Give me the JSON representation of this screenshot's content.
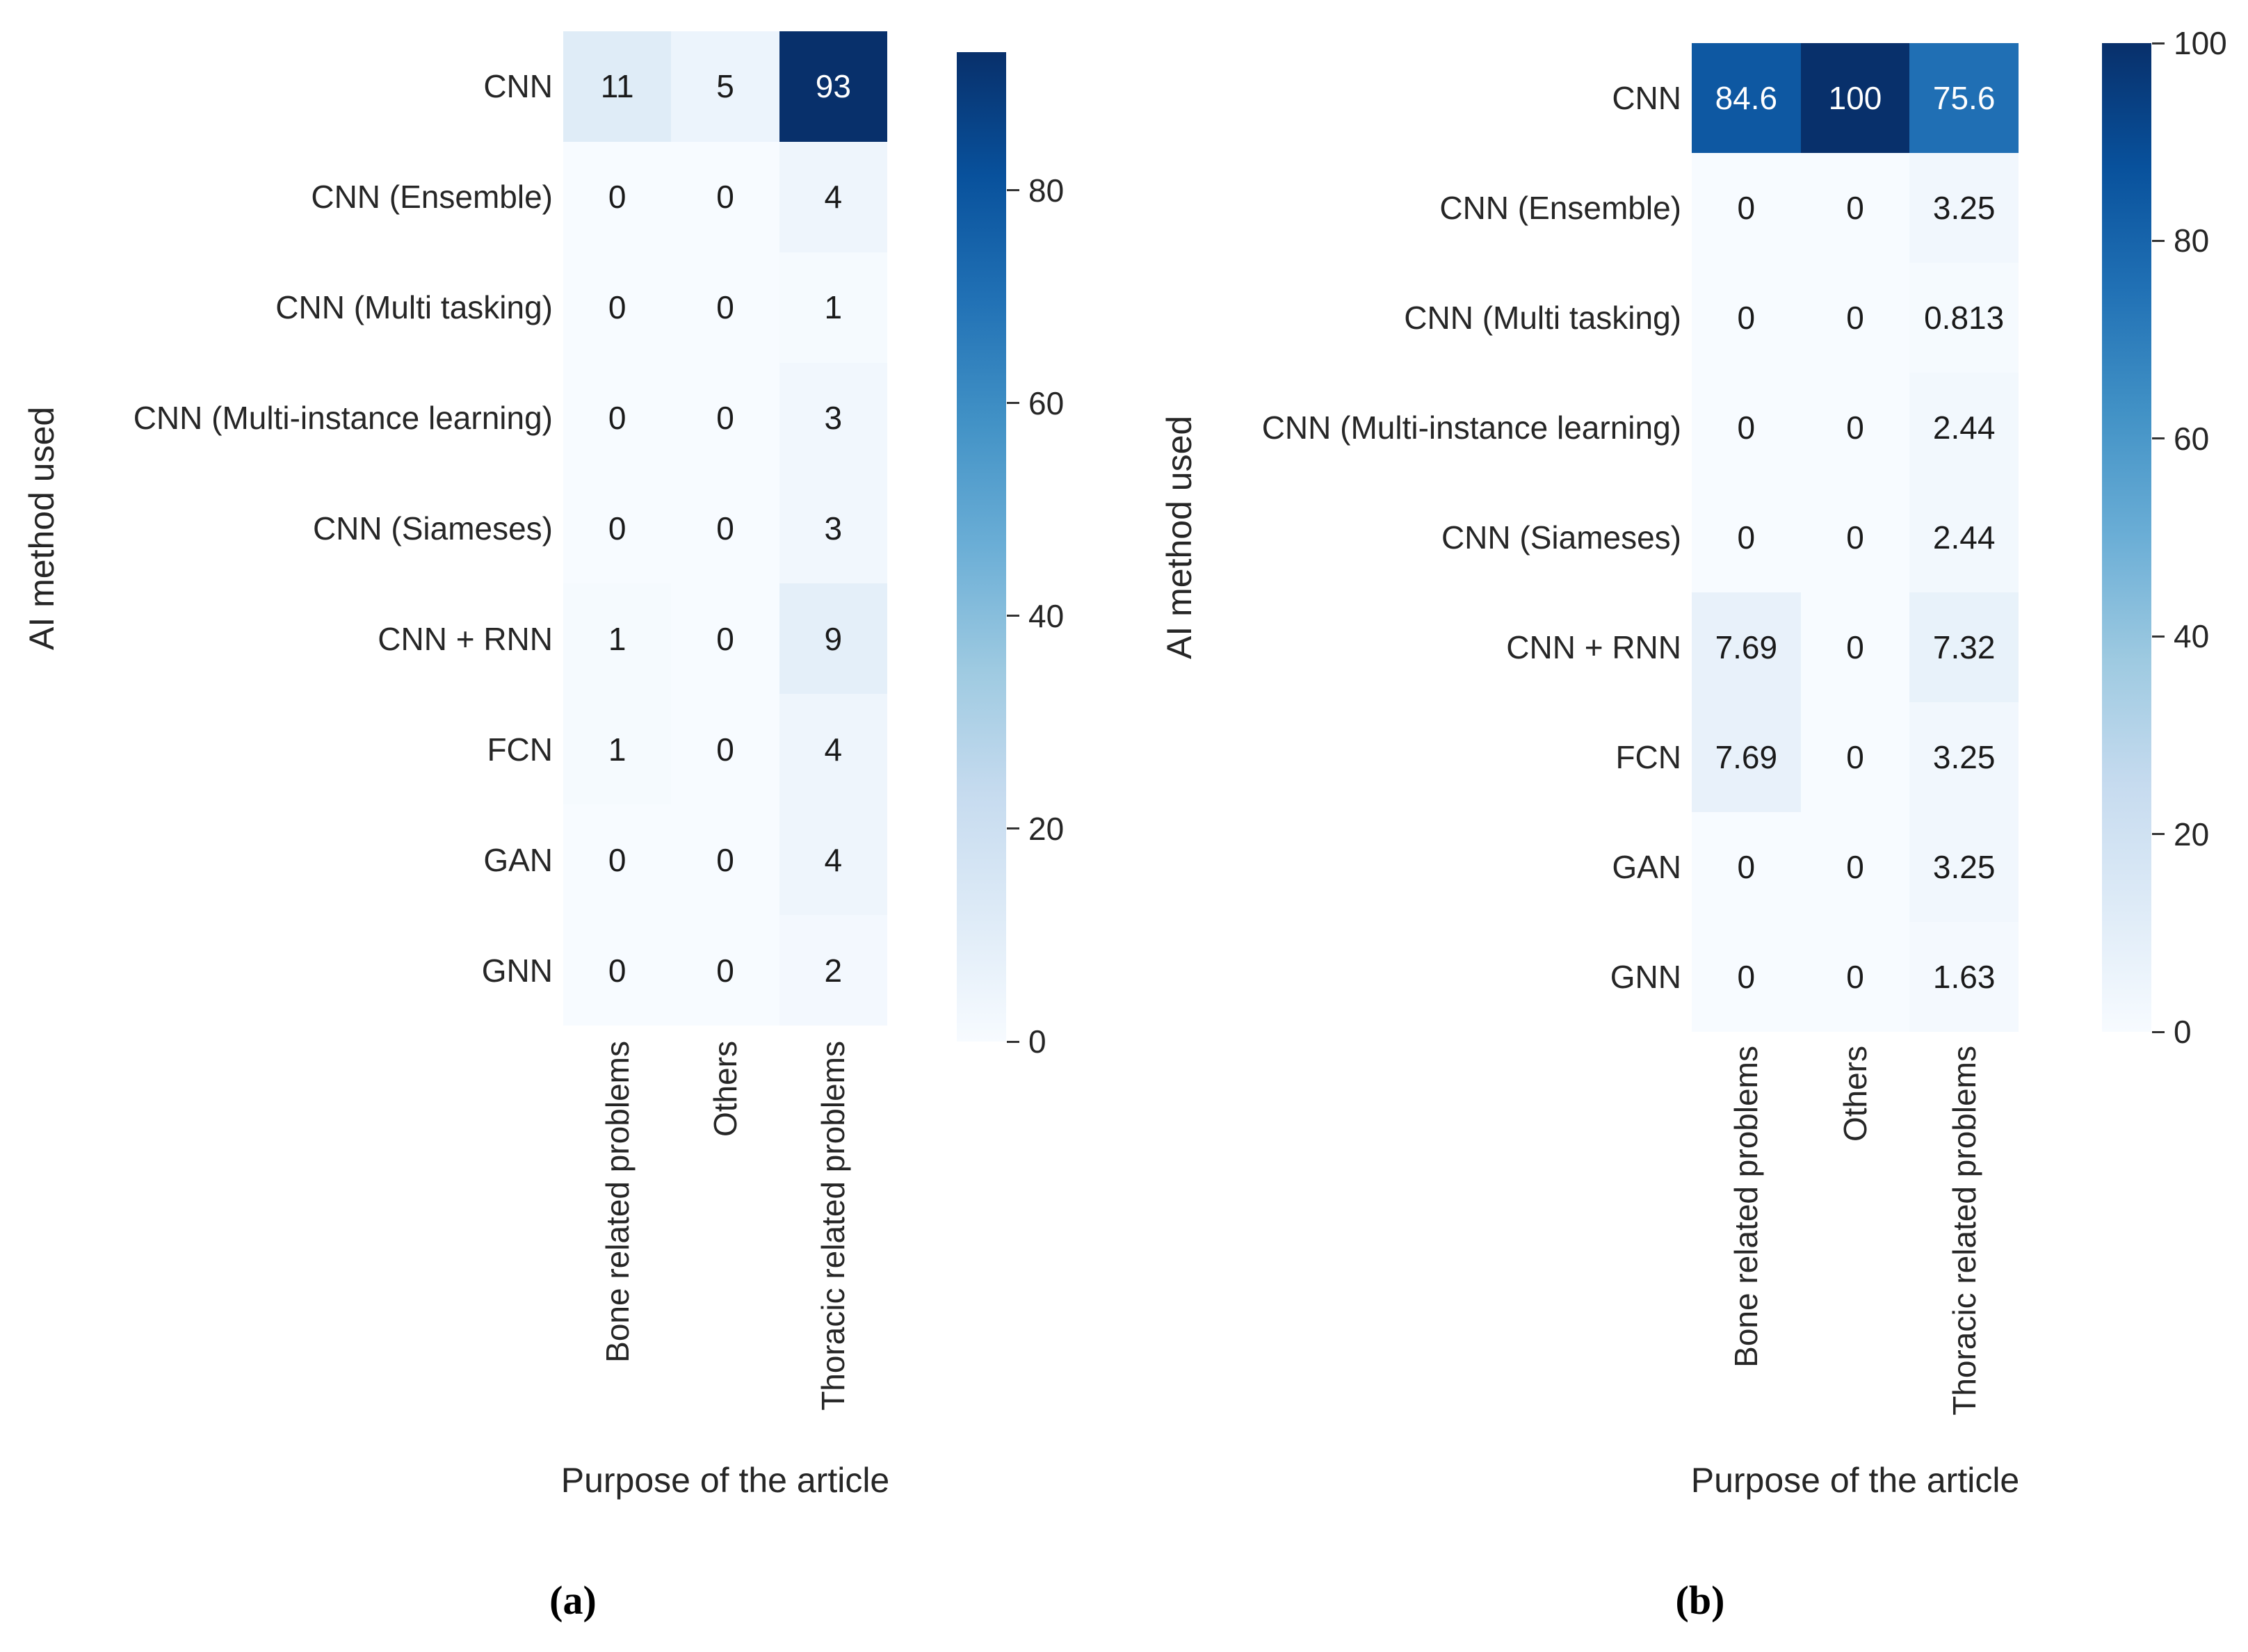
{
  "figure": {
    "background": "#ffffff",
    "text_color": "#262626",
    "cell_text_dark": "#1a1a1a",
    "cell_text_light": "#ffffff",
    "colormap_name": "Blues",
    "colormap_stops": [
      "#f7fbff",
      "#deebf7",
      "#c6dbef",
      "#9ecae1",
      "#6baed6",
      "#4292c6",
      "#2171b5",
      "#08519c",
      "#08306b"
    ]
  },
  "chart_data": [
    {
      "type": "heatmap",
      "panel_caption": "(a)",
      "xlabel": "Purpose of the article",
      "ylabel": "AI method used",
      "x_categories": [
        "Bone related problems",
        "Others",
        "Thoracic related problems"
      ],
      "y_categories": [
        "CNN",
        "CNN (Ensemble)",
        "CNN (Multi tasking)",
        "CNN (Multi-instance learning)",
        "CNN (Siameses)",
        "CNN + RNN",
        "FCN",
        "GAN",
        "GNN"
      ],
      "values": [
        [
          11,
          5,
          93
        ],
        [
          0,
          0,
          4
        ],
        [
          0,
          0,
          1
        ],
        [
          0,
          0,
          3
        ],
        [
          0,
          0,
          3
        ],
        [
          1,
          0,
          9
        ],
        [
          1,
          0,
          4
        ],
        [
          0,
          0,
          4
        ],
        [
          0,
          0,
          2
        ]
      ],
      "cell_labels": [
        [
          "11",
          "5",
          "93"
        ],
        [
          "0",
          "0",
          "4"
        ],
        [
          "0",
          "0",
          "1"
        ],
        [
          "0",
          "0",
          "3"
        ],
        [
          "0",
          "0",
          "3"
        ],
        [
          "1",
          "0",
          "9"
        ],
        [
          "1",
          "0",
          "4"
        ],
        [
          "0",
          "0",
          "4"
        ],
        [
          "0",
          "0",
          "2"
        ]
      ],
      "vmin": 0,
      "vmax": 93,
      "colorbar_ticks": [
        0,
        20,
        40,
        60,
        80
      ],
      "legend_position": "right",
      "grid": false
    },
    {
      "type": "heatmap",
      "panel_caption": "(b)",
      "xlabel": "Purpose of the article",
      "ylabel": "AI method used",
      "x_categories": [
        "Bone related problems",
        "Others",
        "Thoracic related problems"
      ],
      "y_categories": [
        "CNN",
        "CNN (Ensemble)",
        "CNN (Multi tasking)",
        "CNN (Multi-instance learning)",
        "CNN (Siameses)",
        "CNN + RNN",
        "FCN",
        "GAN",
        "GNN"
      ],
      "values": [
        [
          84.6,
          100,
          75.6
        ],
        [
          0,
          0,
          3.25
        ],
        [
          0,
          0,
          0.813
        ],
        [
          0,
          0,
          2.44
        ],
        [
          0,
          0,
          2.44
        ],
        [
          7.69,
          0,
          7.32
        ],
        [
          7.69,
          0,
          3.25
        ],
        [
          0,
          0,
          3.25
        ],
        [
          0,
          0,
          1.63
        ]
      ],
      "cell_labels": [
        [
          "84.6",
          "100",
          "75.6"
        ],
        [
          "0",
          "0",
          "3.25"
        ],
        [
          "0",
          "0",
          "0.813"
        ],
        [
          "0",
          "0",
          "2.44"
        ],
        [
          "0",
          "0",
          "2.44"
        ],
        [
          "7.69",
          "0",
          "7.32"
        ],
        [
          "7.69",
          "0",
          "3.25"
        ],
        [
          "0",
          "0",
          "3.25"
        ],
        [
          "0",
          "0",
          "1.63"
        ]
      ],
      "vmin": 0,
      "vmax": 100,
      "colorbar_ticks": [
        0,
        20,
        40,
        60,
        80,
        100
      ],
      "legend_position": "right",
      "grid": false
    }
  ]
}
